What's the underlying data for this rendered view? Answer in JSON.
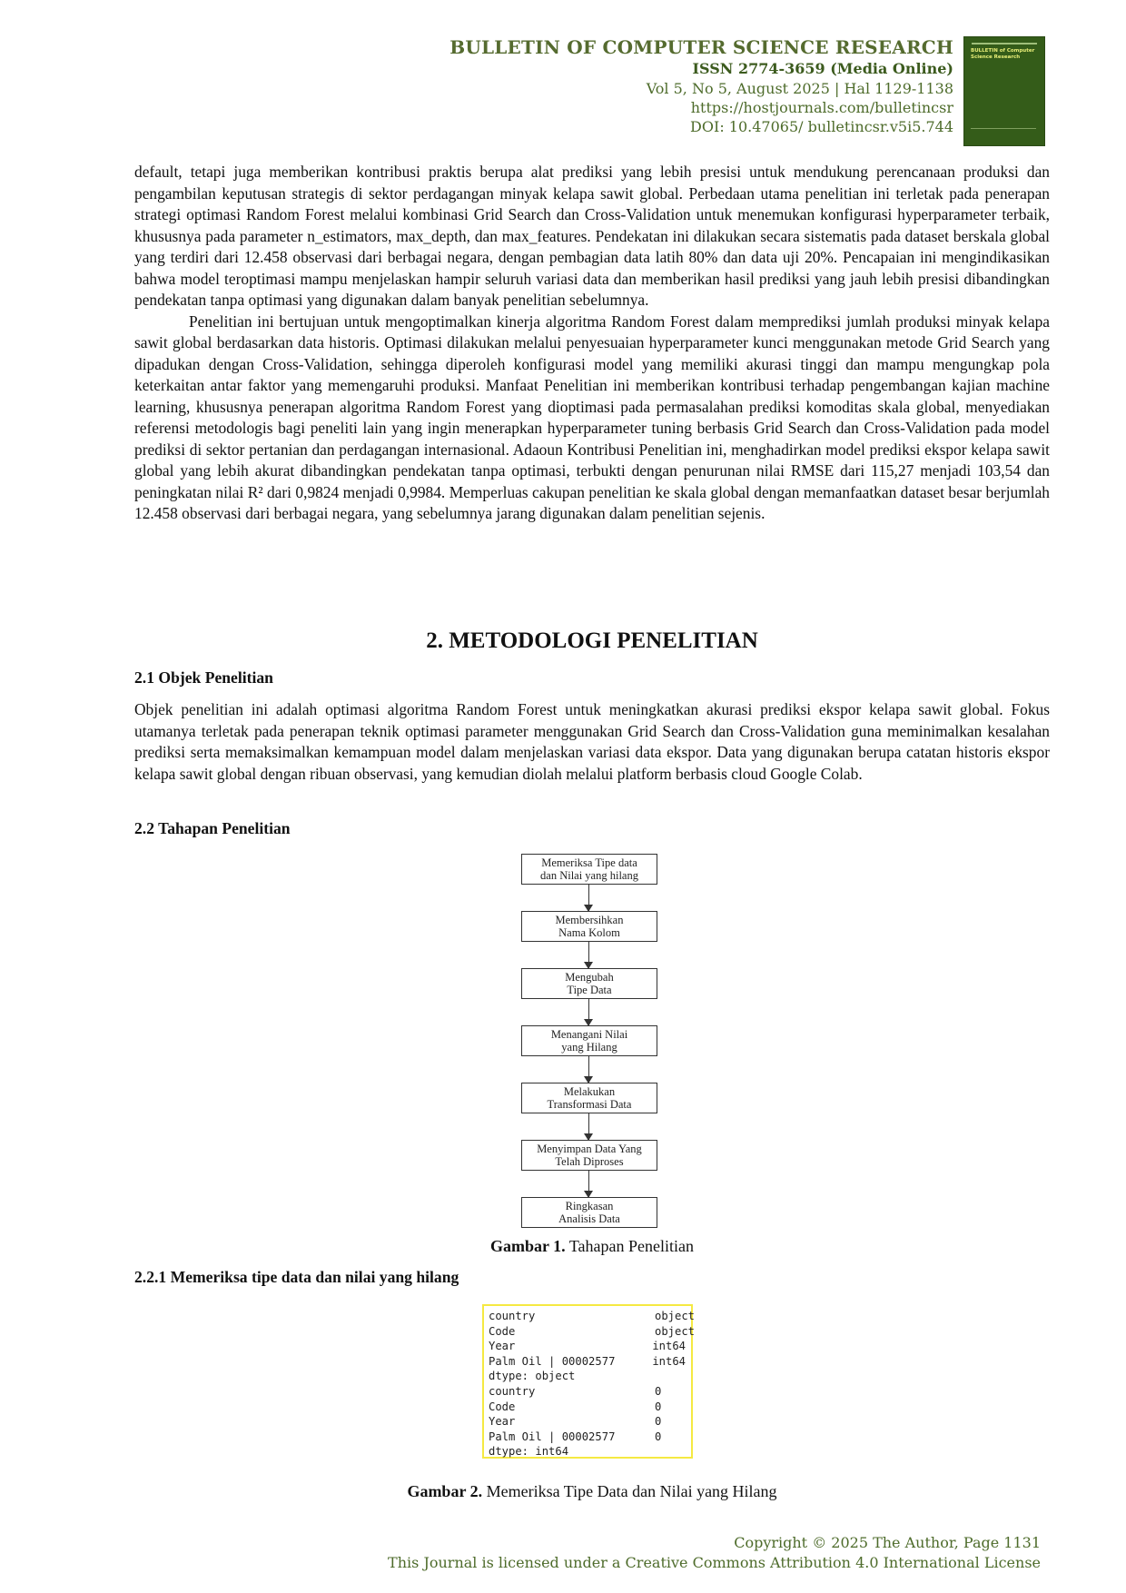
{
  "header": {
    "journal": "BULLETIN OF COMPUTER SCIENCE RESEARCH",
    "issn": "ISSN 2774-3659 (Media Online)",
    "volume": "Vol 5, No 5, August 2025 | Hal 1129-1138",
    "url": "https://hostjournals.com/bulletincsr",
    "doi": "DOI: 10.47065/ bulletincsr.v5i5.744",
    "cover_title": "BULLETIN of Computer Science Research"
  },
  "paragraphs": {
    "p1": "default, tetapi juga memberikan kontribusi praktis berupa alat prediksi yang lebih presisi untuk mendukung perencanaan produksi dan pengambilan keputusan strategis di sektor perdagangan minyak kelapa sawit global. Perbedaan utama penelitian ini terletak pada penerapan strategi optimasi Random Forest melalui kombinasi Grid Search dan Cross-Validation untuk menemukan konfigurasi hyperparameter terbaik, khususnya pada parameter n_estimators, max_depth, dan max_features. Pendekatan ini dilakukan secara sistematis pada dataset berskala global yang terdiri dari 12.458 observasi dari berbagai negara, dengan pembagian data latih 80% dan data uji 20%. Pencapaian ini mengindikasikan bahwa model teroptimasi mampu menjelaskan hampir seluruh variasi data dan memberikan hasil prediksi yang jauh lebih presisi dibandingkan pendekatan tanpa optimasi yang digunakan dalam banyak penelitian sebelumnya.",
    "p2": "Penelitian ini bertujuan untuk mengoptimalkan kinerja algoritma Random Forest dalam memprediksi jumlah produksi minyak kelapa sawit global berdasarkan data historis. Optimasi dilakukan melalui penyesuaian hyperparameter kunci menggunakan metode Grid Search yang dipadukan dengan Cross-Validation, sehingga diperoleh konfigurasi model yang memiliki akurasi tinggi dan mampu mengungkap pola keterkaitan antar faktor yang memengaruhi produksi. Manfaat Penelitian ini memberikan kontribusi terhadap pengembangan kajian machine learning, khususnya penerapan algoritma Random Forest yang dioptimasi pada permasalahan prediksi komoditas skala global, menyediakan referensi metodologis bagi peneliti lain yang ingin menerapkan hyperparameter tuning berbasis Grid Search dan Cross-Validation pada model prediksi di sektor pertanian dan perdagangan internasional. Adaoun Kontribusi Penelitian ini, menghadirkan model prediksi ekspor kelapa sawit global yang lebih akurat dibandingkan pendekatan tanpa optimasi, terbukti dengan penurunan nilai RMSE dari 115,27 menjadi 103,54 dan peningkatan nilai R² dari 0,9824 menjadi 0,9984. Memperluas cakupan penelitian ke skala global dengan memanfaatkan dataset besar berjumlah 12.458 observasi dari berbagai negara, yang sebelumnya jarang digunakan dalam penelitian sejenis.",
    "p3": "Objek penelitian ini adalah optimasi algoritma Random Forest untuk meningkatkan akurasi prediksi ekspor kelapa sawit global. Fokus utamanya terletak pada penerapan teknik optimasi parameter menggunakan Grid Search dan Cross-Validation guna meminimalkan kesalahan prediksi serta memaksimalkan kemampuan model dalam menjelaskan variasi data ekspor. Data yang digunakan berupa catatan historis ekspor kelapa sawit global dengan ribuan observasi, yang kemudian diolah melalui platform berbasis cloud Google Colab."
  },
  "headings": {
    "section": "2. METODOLOGI PENELITIAN",
    "sub1": "2.1 Objek Penelitian",
    "sub2": "2.2 Tahapan Penelitian",
    "sub3": "2.2.1 Memeriksa tipe data dan nilai yang hilang"
  },
  "flowchart": {
    "steps": [
      [
        "Memeriksa Tipe data",
        "dan Nilai yang hilang"
      ],
      [
        "Membersihkan",
        "Nama Kolom"
      ],
      [
        "Mengubah",
        "Tipe Data"
      ],
      [
        "Menangani Nilai",
        "yang Hilang"
      ],
      [
        "Melakukan",
        "Transformasi Data"
      ],
      [
        "Menyimpan Data Yang",
        "Telah Diproses"
      ],
      [
        "Ringkasan",
        "Analisis Data"
      ]
    ]
  },
  "figure1": {
    "label": "Gambar 1.",
    "text": " Tahapan Penelitian"
  },
  "output": {
    "rows": [
      [
        "country",
        "object"
      ],
      [
        "Code",
        "object"
      ],
      [
        "Year",
        "int64"
      ],
      [
        "Palm Oil | 00002577",
        "int64"
      ],
      [
        "dtype: object",
        ""
      ],
      [
        "country",
        "0"
      ],
      [
        "Code",
        "0"
      ],
      [
        "Year",
        "0"
      ],
      [
        "Palm Oil | 00002577",
        "0"
      ],
      [
        "dtype: int64",
        ""
      ]
    ]
  },
  "figure2": {
    "label": "Gambar 2.",
    "text": " Memeriksa Tipe Data dan Nilai yang Hilang"
  },
  "footer": {
    "copyright": "Copyright © 2025 The Author, Page 1131",
    "license": "This Journal is licensed under a Creative Commons Attribution 4.0 International License"
  }
}
